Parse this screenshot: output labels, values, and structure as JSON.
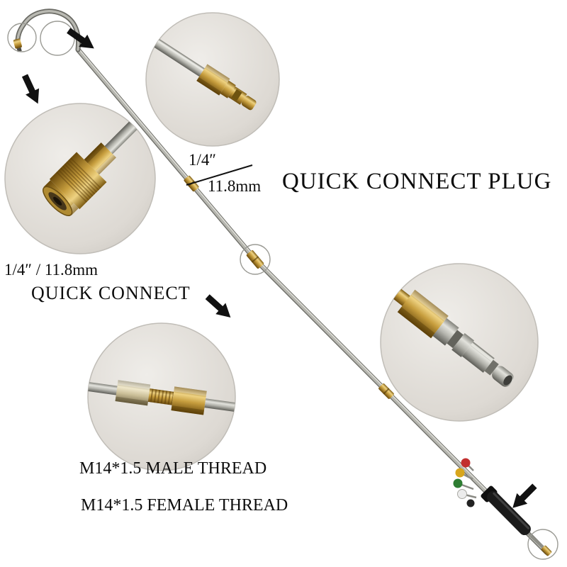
{
  "annotations": {
    "plug_size_numerator": "1/4″",
    "plug_size_denominator": "11.8mm",
    "plug_title": "QUICK CONNECT PLUG",
    "coupler_size": "1/4″ / 11.8mm",
    "coupler_title": "QUICK CONNECT",
    "male_thread_label": "M14*1.5 MALE THREAD",
    "female_thread_label": "M14*1.5 FEMALE THREAD"
  },
  "colors": {
    "background": "#ffffff",
    "text": "#0c0c0c",
    "arrow": "#111111",
    "brass": "#c9a24a",
    "steel": "#a9a9a1",
    "grip_black": "#1b1b1b",
    "highlight_circle": "#9b9b95",
    "nozzle_tip_colors": [
      "#c22f2f",
      "#d8a61c",
      "#2e7d32",
      "#ececec",
      "#222222"
    ]
  }
}
